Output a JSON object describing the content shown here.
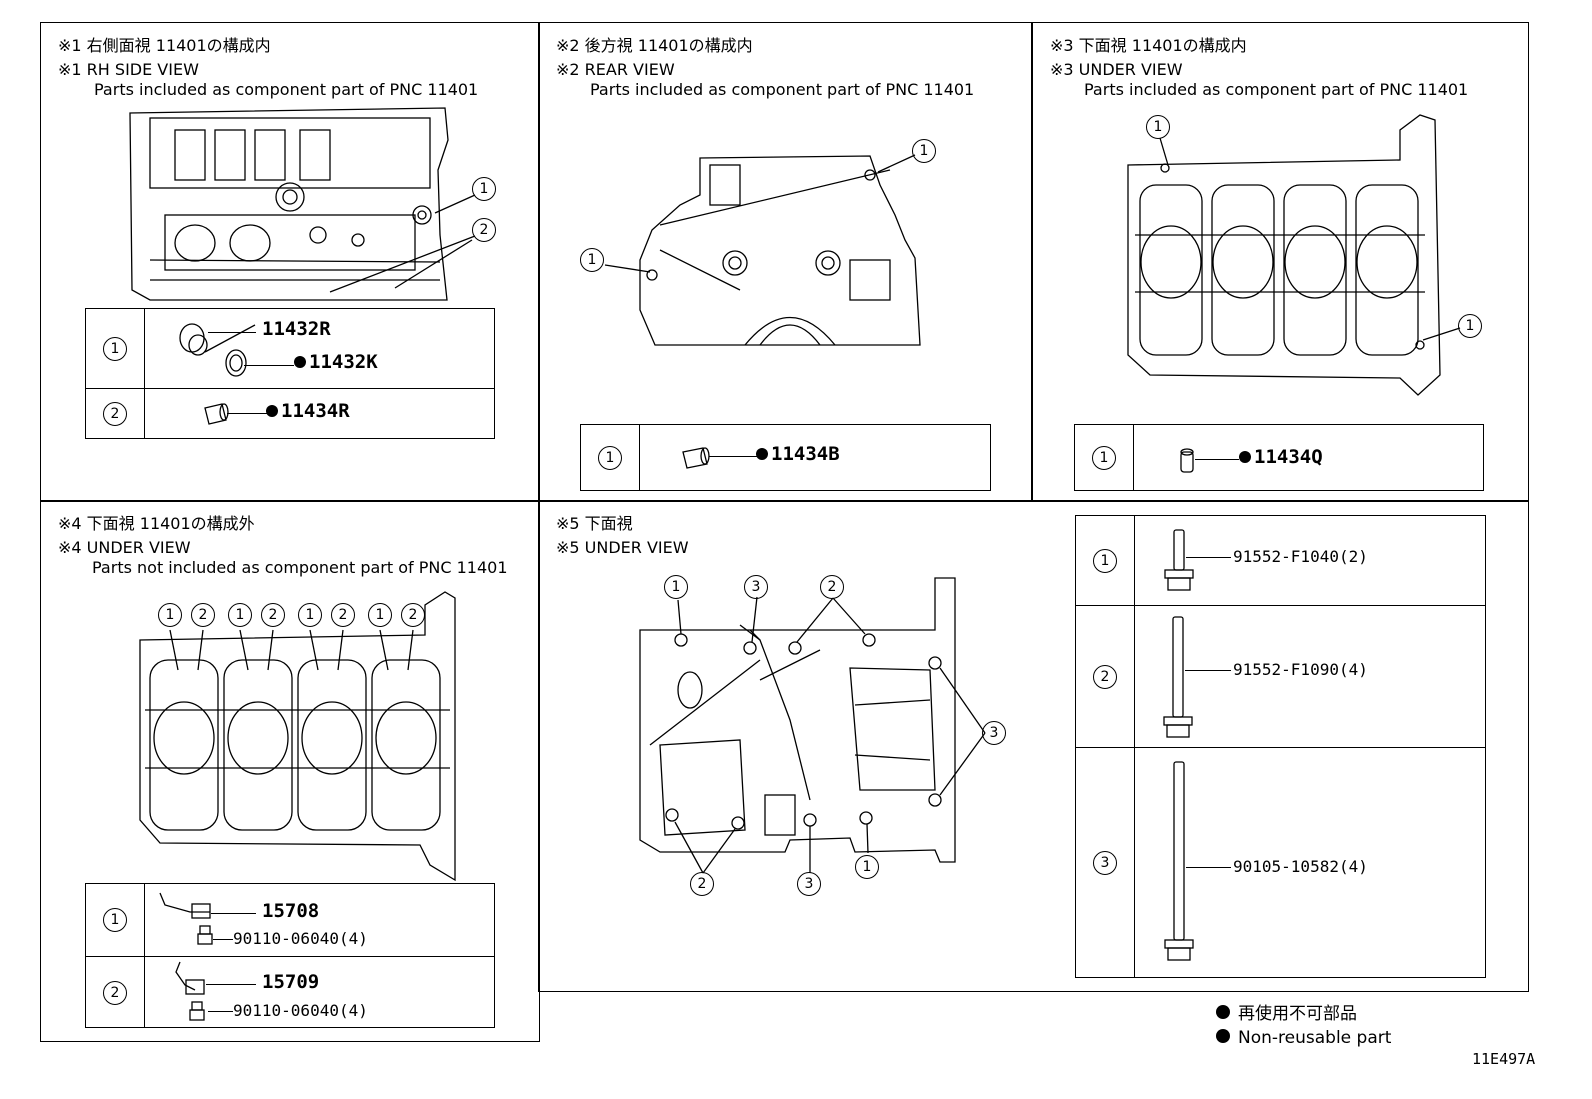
{
  "panels": {
    "p1": {
      "title_jp": "※1 右側面視 11401の構成内",
      "title_en": "※1 RH SIDE VIEW",
      "note": "Parts included as component part of PNC 11401"
    },
    "p2": {
      "title_jp": "※2 後方視 11401の構成内",
      "title_en": "※2 REAR VIEW",
      "note": "Parts included as component part of PNC 11401"
    },
    "p3": {
      "title_jp": "※3 下面視 11401の構成内",
      "title_en": "※3 UNDER VIEW",
      "note": "Parts included as component part of PNC 11401"
    },
    "p4": {
      "title_jp": "※4 下面視 11401の構成外",
      "title_en": "※4 UNDER VIEW",
      "note": "Parts not included as component part of PNC 11401"
    },
    "p5": {
      "title_jp": "※5 下面視",
      "title_en": "※5 UNDER VIEW"
    }
  },
  "callouts": {
    "one": "1",
    "two": "2",
    "three": "3"
  },
  "parts": {
    "p1_a": "11432R",
    "p1_b": "11432K",
    "p1_c": "11434R",
    "p2_a": "11434B",
    "p3_a": "11434Q",
    "p4_a": "15708",
    "p4_b": "90110-06040(4)",
    "p4_c": "15709",
    "p4_d": "90110-06040(4)",
    "p5_a": "91552-F1040(2)",
    "p5_b": "91552-F1090(4)",
    "p5_c": "90105-10582(4)"
  },
  "legend": {
    "jp": "再使用不可部品",
    "en": "Non-reusable part"
  },
  "figure_id": "11E497A"
}
